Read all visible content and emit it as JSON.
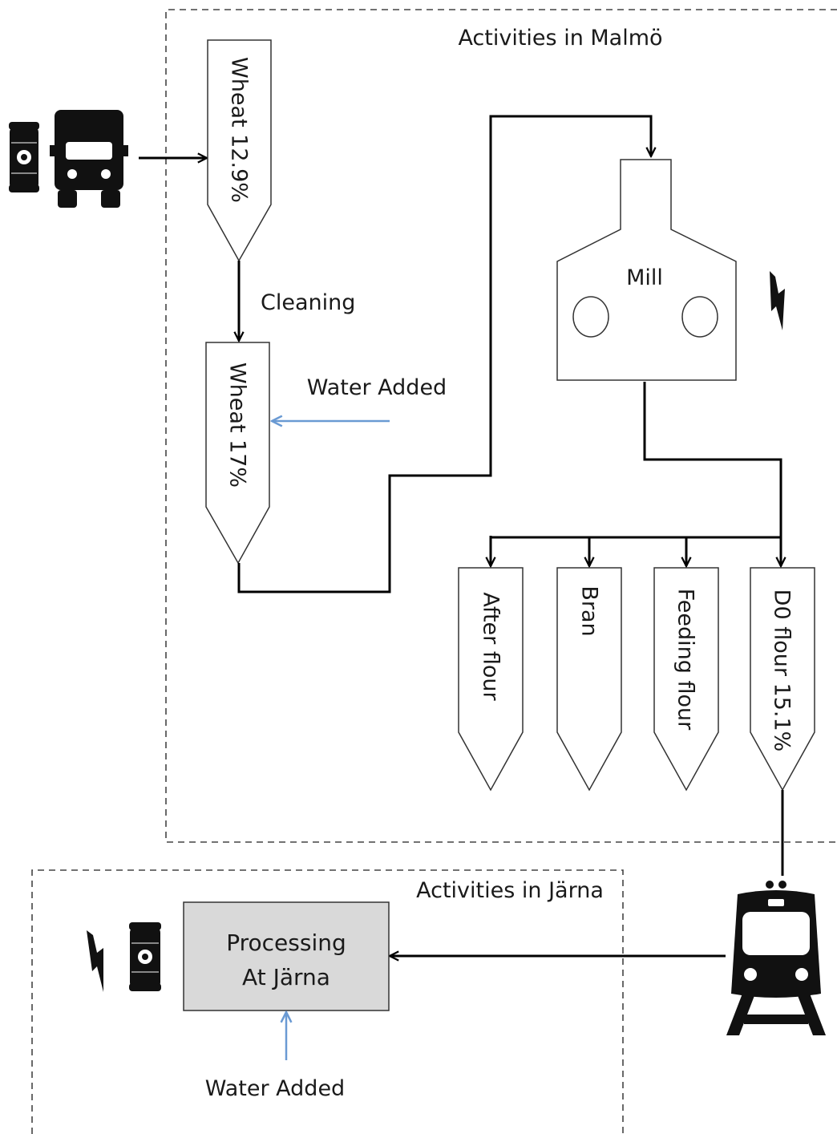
{
  "colors": {
    "flow_line": "#000000",
    "water_arrow": "#6a9ad3",
    "processing_fill": "#d9d9d9",
    "icon_fill": "#111111",
    "boundary": "#444444"
  },
  "icons": {
    "truck": "truck-icon",
    "oil_barrel": "oil-barrel-icon",
    "train": "train-icon",
    "lightning": "lightning-icon"
  },
  "malmo": {
    "title": "Activities in Malmö",
    "silo_wheat_initial": "Wheat 12.9%",
    "step_cleaning": "Cleaning",
    "silo_wheat_tempered": "Wheat 17%",
    "water_added": "Water Added",
    "mill": "Mill",
    "outputs": [
      "After flour",
      "Bran",
      "Feeding flour",
      "D0 flour 15.1%"
    ]
  },
  "jarna": {
    "title": "Activities in Järna",
    "processing_line1": "Processing",
    "processing_line2": "At Järna",
    "water_added": "Water Added"
  }
}
